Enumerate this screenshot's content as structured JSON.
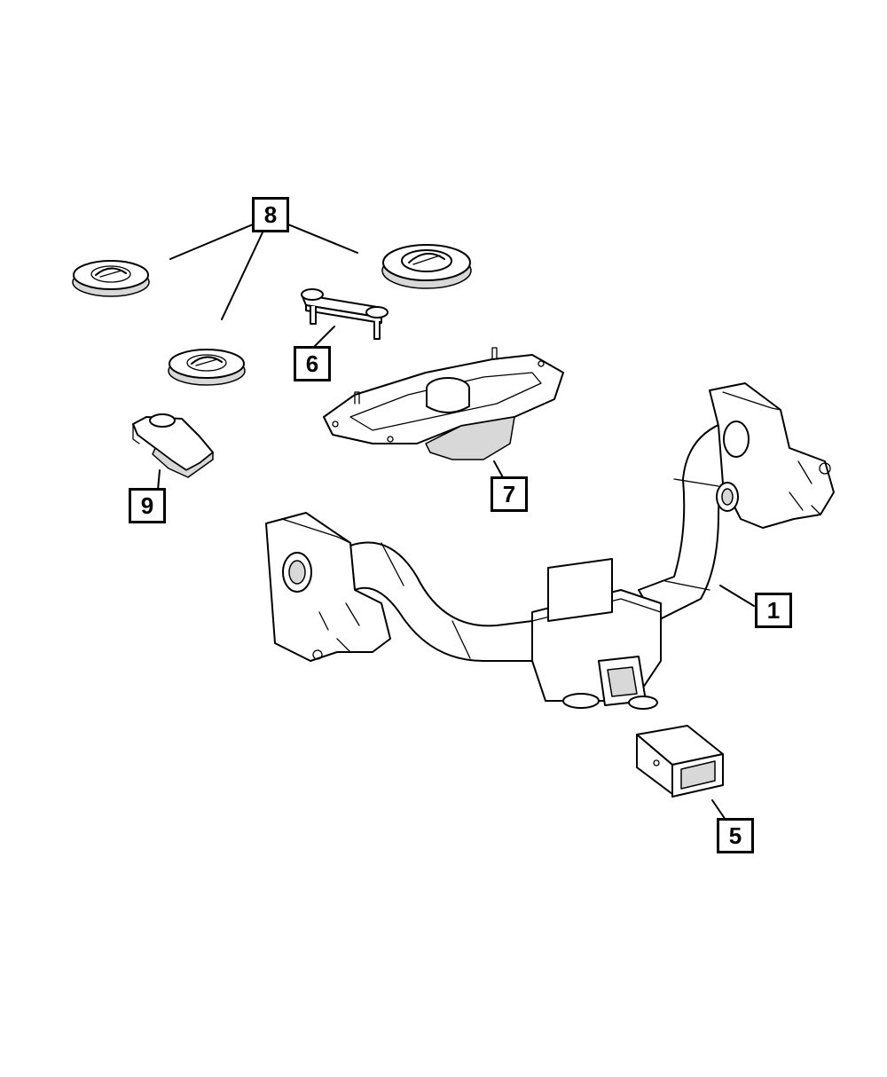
{
  "callouts": {
    "c1": "1",
    "c5": "5",
    "c6": "6",
    "c7": "7",
    "c8": "8",
    "c9": "9"
  },
  "colors": {
    "line": "#000000",
    "background": "#ffffff",
    "shade": "#d8d8d8"
  }
}
